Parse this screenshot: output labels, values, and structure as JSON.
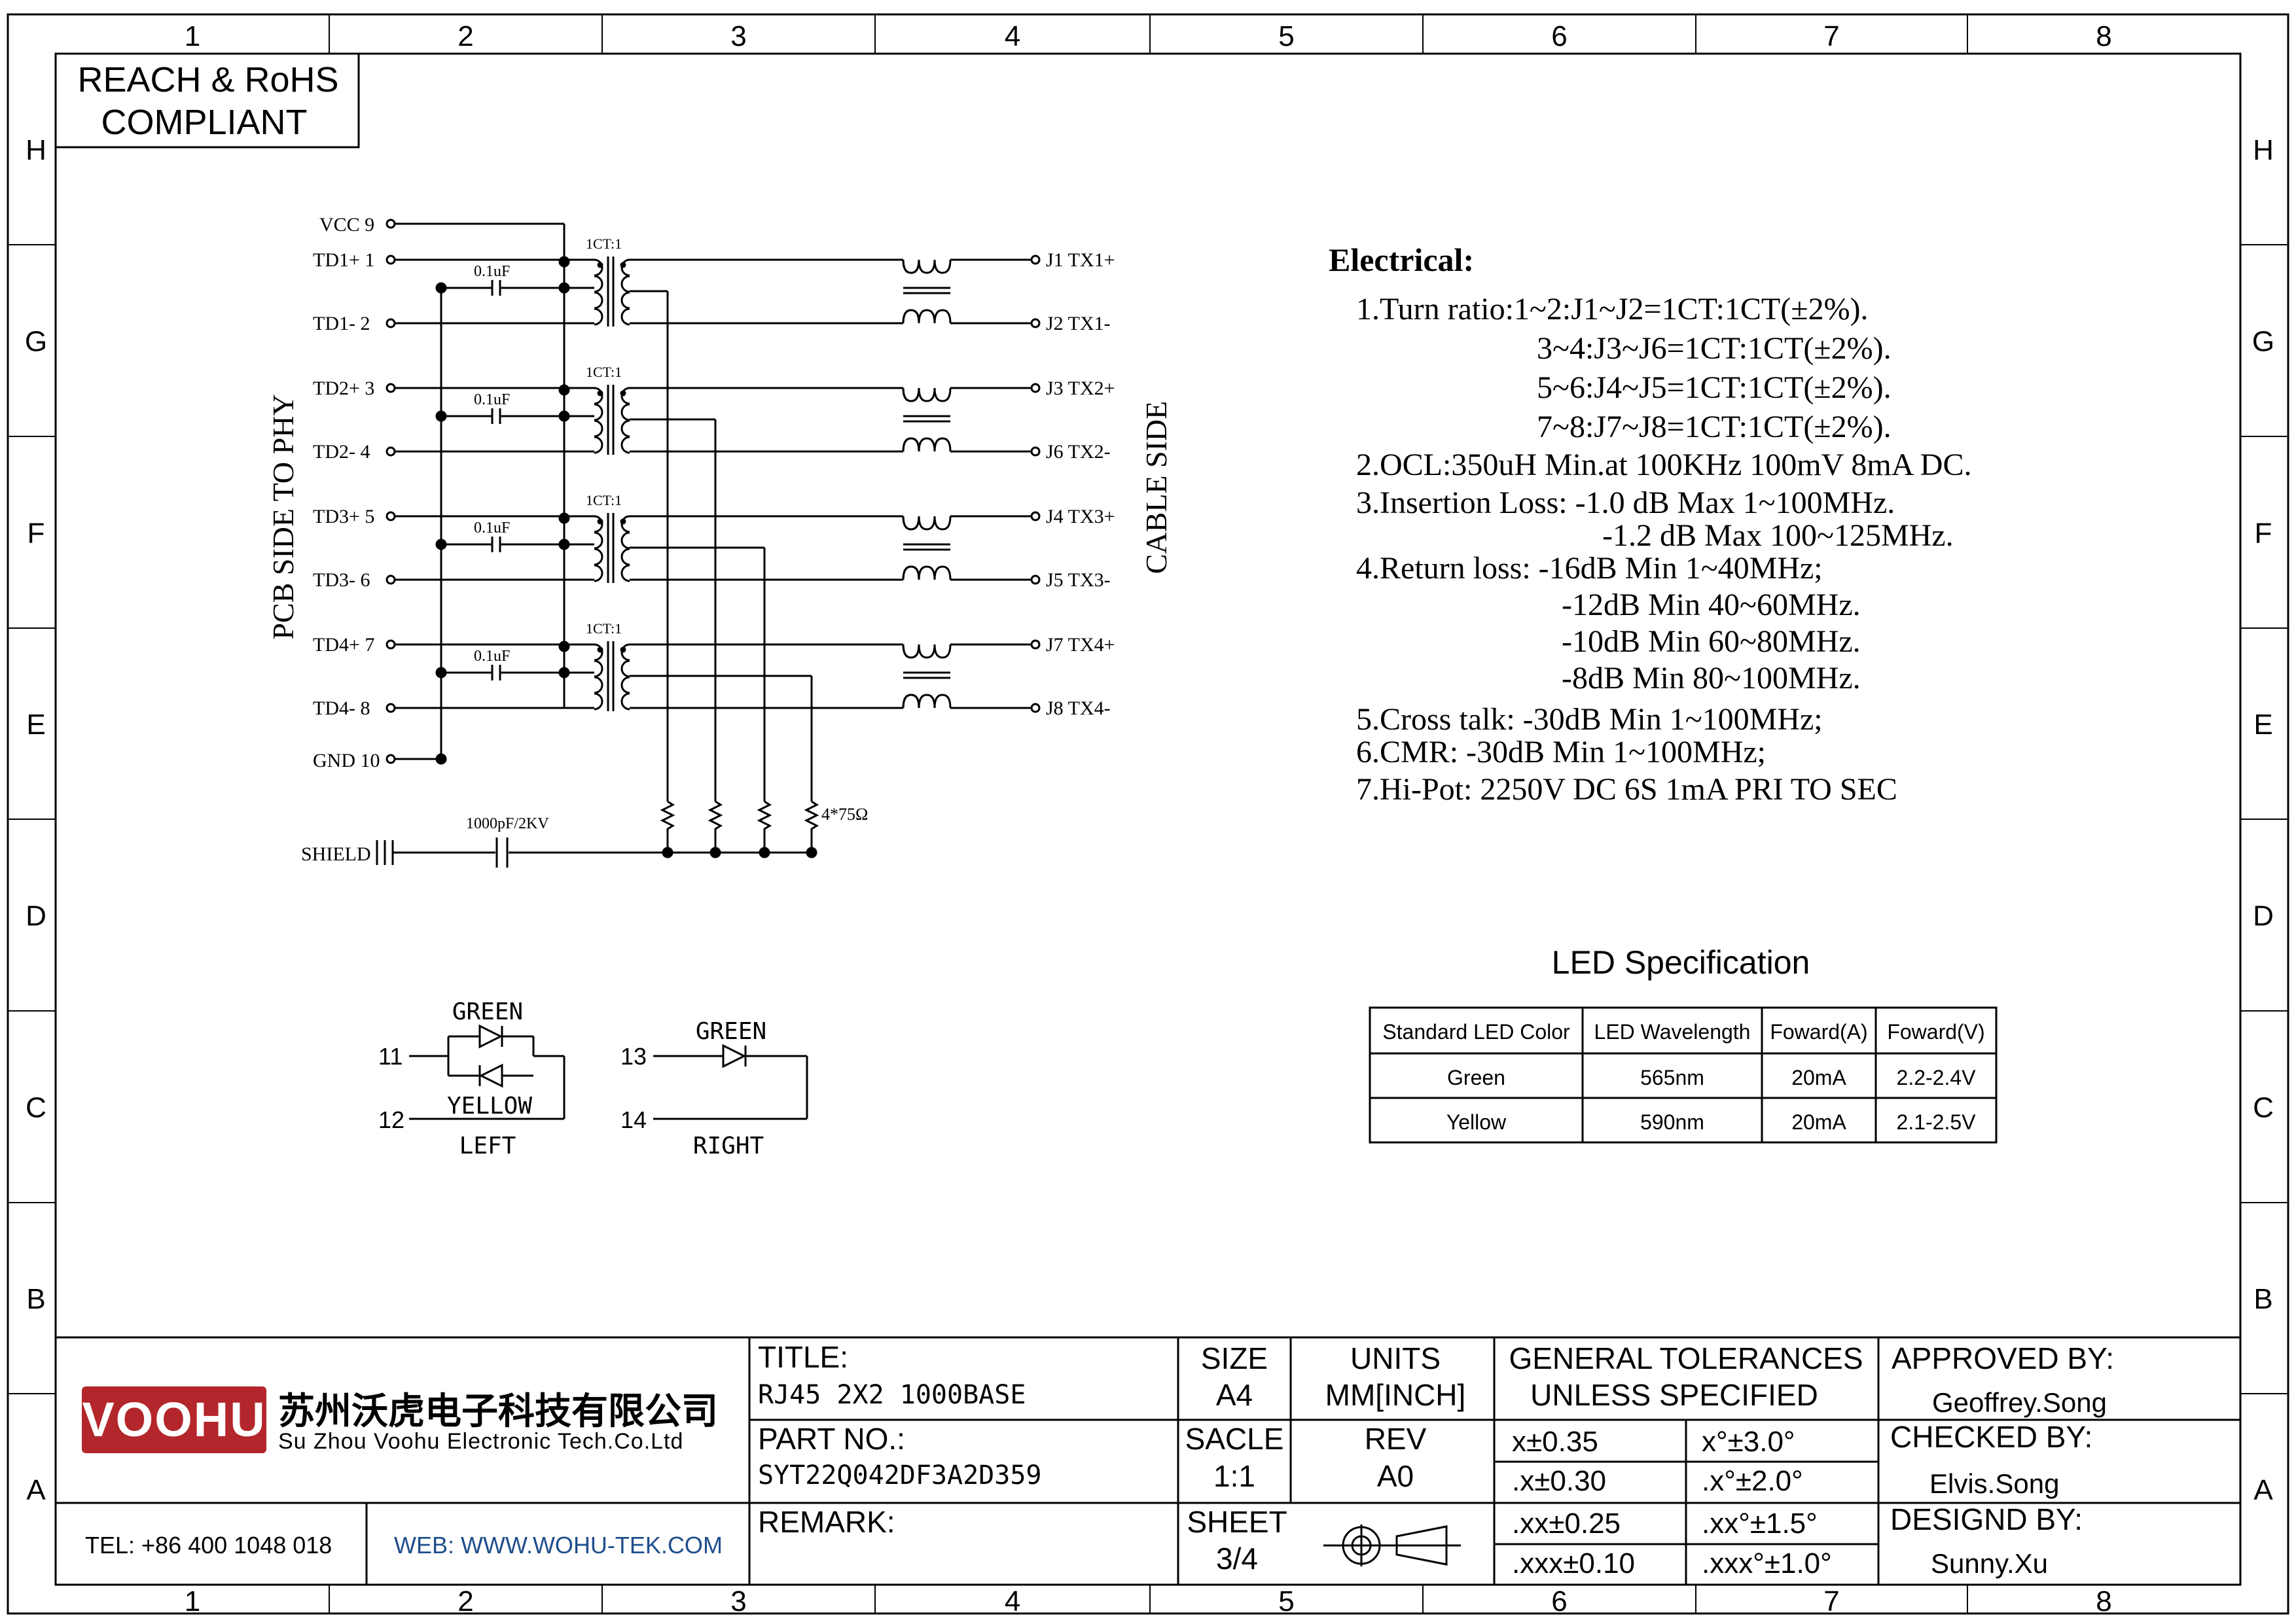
{
  "frame": {
    "columns": [
      "1",
      "2",
      "3",
      "4",
      "5",
      "6",
      "7",
      "8"
    ],
    "rows": [
      "H",
      "G",
      "F",
      "E",
      "D",
      "C",
      "B",
      "A"
    ]
  },
  "compliance": {
    "line1": "REACH & RoHS",
    "line2": "COMPLIANT"
  },
  "schematic": {
    "left_title": "PCB SIDE TO PHY",
    "right_title": "CABLE SIDE",
    "vcc": "VCC  9",
    "left_pins": [
      "TD1+ 1",
      "TD1- 2",
      "TD2+ 3",
      "TD2- 4",
      "TD3+ 5",
      "TD3- 6",
      "TD4+ 7",
      "TD4- 8"
    ],
    "gnd": "GND  10",
    "right_pins": [
      "J1  TX1+",
      "J2  TX1-",
      "J3  TX2+",
      "J6  TX2-",
      "J4  TX3+",
      "J5  TX3-",
      "J7  TX4+",
      "J8  TX4-"
    ],
    "ratio_label": "1CT:1",
    "cap_label": "0.1uF",
    "shield_label": "SHIELD",
    "shield_cap": "1000pF/2KV",
    "resistor_label": "4*75Ω"
  },
  "electrical": {
    "heading": "Electrical:",
    "lines": [
      "1.Turn ratio:1~2:J1~J2=1CT:1CT(±2%).",
      "3~4:J3~J6=1CT:1CT(±2%).",
      "5~6:J4~J5=1CT:1CT(±2%).",
      "7~8:J7~J8=1CT:1CT(±2%).",
      "2.OCL:350uH Min.at 100KHz 100mV 8mA DC.",
      "3.Insertion Loss: -1.0 dB Max 1~100MHz.",
      "-1.2 dB Max 100~125MHz.",
      "4.Return loss: -16dB Min 1~40MHz;",
      "-12dB Min 40~60MHz.",
      "-10dB Min 60~80MHz.",
      "-8dB Min 80~100MHz.",
      "5.Cross talk: -30dB Min 1~100MHz;",
      "6.CMR: -30dB Min 1~100MHz;",
      "7.Hi-Pot: 2250V DC 6S 1mA PRI TO SEC"
    ]
  },
  "led_spec": {
    "title": "LED Specification",
    "headers": [
      "Standard LED Color",
      "LED Wavelength",
      "Foward(A)",
      "Foward(V)"
    ],
    "rows": [
      [
        "Green",
        "565nm",
        "20mA",
        "2.2-2.4V"
      ],
      [
        "Yellow",
        "590nm",
        "20mA",
        "2.1-2.5V"
      ]
    ]
  },
  "led_diagram": {
    "left": {
      "top_color": "GREEN",
      "bottom_color": "YELLOW",
      "pin_a": "11",
      "pin_b": "12",
      "label": "LEFT"
    },
    "right": {
      "color": "GREEN",
      "pin_a": "13",
      "pin_b": "14",
      "label": "RIGHT"
    }
  },
  "title_block": {
    "logo_text": "VOOHU",
    "company_cn": "苏州沃虎电子科技有限公司",
    "company_en": "Su Zhou Voohu Electronic Tech.Co.Ltd",
    "tel": "TEL: +86 400 1048 018",
    "web": "WEB: WWW.WOHU-TEK.COM",
    "title_label": "TITLE:",
    "title_value": "RJ45  2X2  1000BASE",
    "part_label": "PART NO.:",
    "part_value": "SYT22Q042DF3A2D359",
    "remark_label": "REMARK:",
    "size_label": "SIZE",
    "size_value": "A4",
    "units_label": "UNITS",
    "units_value": "MM[INCH]",
    "scale_label": "SACLE",
    "scale_value": "1:1",
    "rev_label": "REV",
    "rev_value": "A0",
    "sheet_label": "SHEET",
    "sheet_value": "3/4",
    "tol_title1": "GENERAL TOLERANCES",
    "tol_title2": "UNLESS SPECIFIED",
    "tol": [
      "x±0.35",
      "x°±3.0°",
      ".x±0.30",
      ".x°±2.0°",
      ".xx±0.25",
      ".xx°±1.5°",
      ".xxx±0.10",
      ".xxx°±1.0°"
    ],
    "approved_label": "APPROVED BY:",
    "approved_value": "Geoffrey.Song",
    "checked_label": "CHECKED BY:",
    "checked_value": "Elvis.Song",
    "designed_label": "DESIGND BY:",
    "designed_value": "Sunny.Xu"
  },
  "colors": {
    "line": "#000000",
    "logo": "#b3262b",
    "web": "#1f4e8c"
  }
}
